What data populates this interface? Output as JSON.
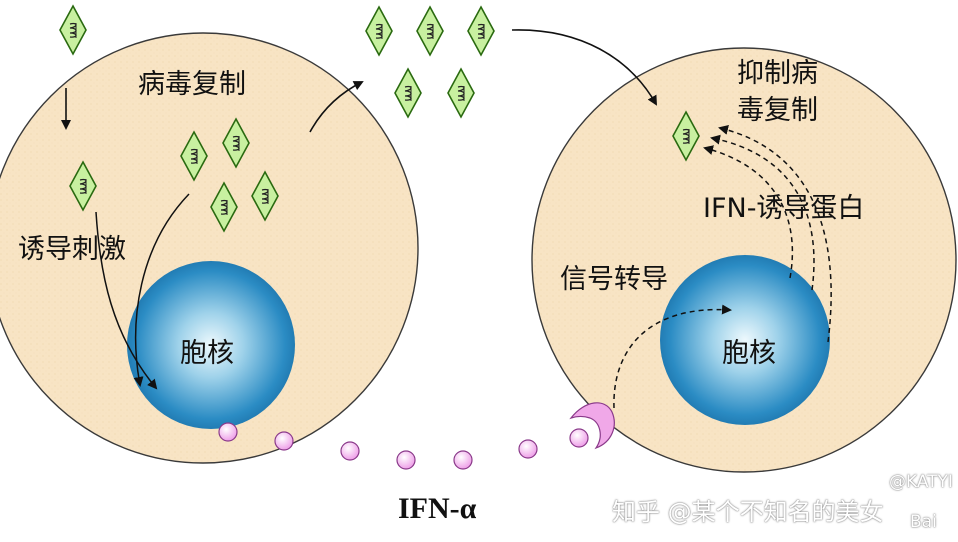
{
  "labels": {
    "left_virus_replication": "病毒复制",
    "left_induce_stimulation": "诱导刺激",
    "left_nucleus": "胞核",
    "right_inhibit_line1": "抑制病",
    "right_inhibit_line2": "毒复制",
    "right_ifn_induced_protein": "IFN-诱导蛋白",
    "right_signal_transduction": "信号转导",
    "right_nucleus": "胞核",
    "ifn_alpha": "IFN-α"
  },
  "watermarks": {
    "zhihu": "知乎 @某个不知名的美女",
    "katy": "@KATYI",
    "baidu": "Bai"
  },
  "colors": {
    "cell_fill": "#f8e4c4",
    "cell_stroke": "#3a3a3a",
    "nucleus_light": "#e8f6fc",
    "nucleus_dark": "#1f80b8",
    "virus_fill": "#c8f0a0",
    "virus_stroke": "#2a6a10",
    "ifn_fill": "#f4b8f0",
    "ifn_stroke": "#8a3a8a",
    "receptor_fill": "#f0a8e8"
  }
}
